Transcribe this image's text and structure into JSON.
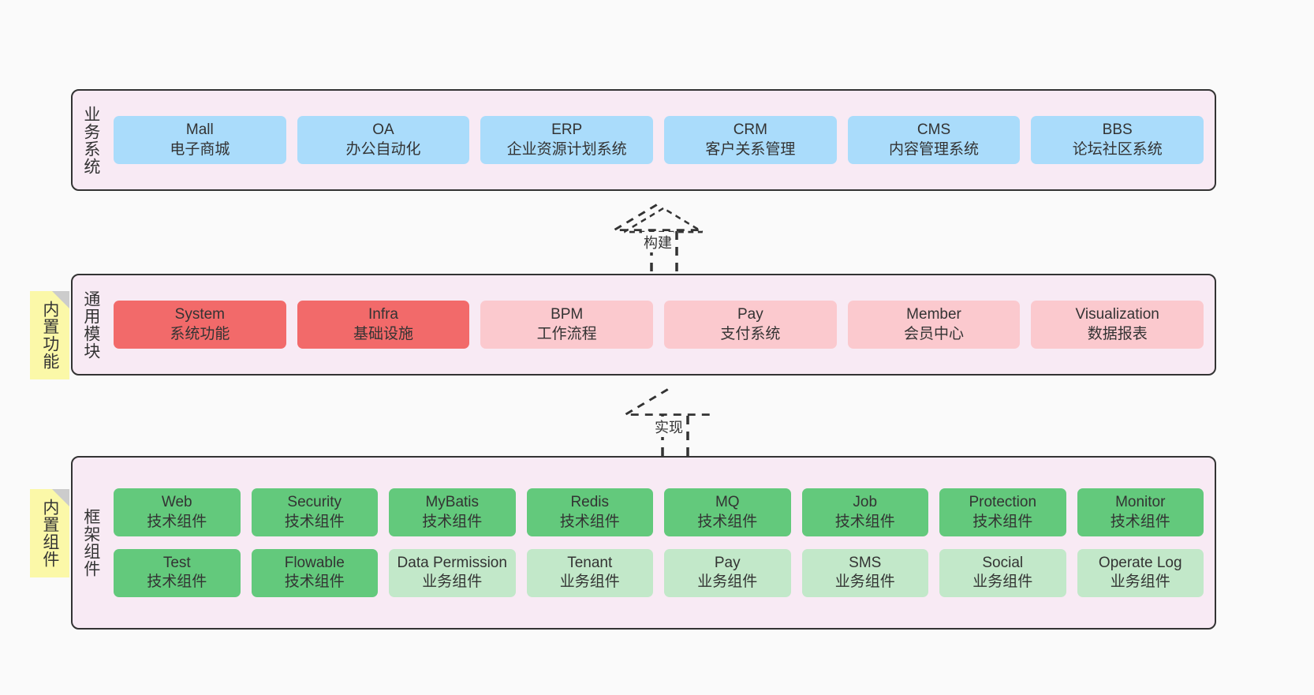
{
  "diagram": {
    "background": "#fafafa",
    "panel_fill": "#f8eaf4",
    "panel_border": "#333333",
    "note_fill": "#fbf8a8",
    "note_fold": "#cccccc"
  },
  "notes": [
    {
      "label": "内置功能",
      "name": "builtin-features"
    },
    {
      "label": "内置组件",
      "name": "builtin-components"
    }
  ],
  "connectors": [
    {
      "label": "构建",
      "name": "build-relation"
    },
    {
      "label": "实现",
      "name": "implement-relation"
    }
  ],
  "layers": [
    {
      "id": "business-system",
      "title": "业务系统",
      "color": "#aadcfb",
      "rows": [
        [
          {
            "t1": "Mall",
            "t2": "电子商城",
            "tone": "blue"
          },
          {
            "t1": "OA",
            "t2": "办公自动化",
            "tone": "blue"
          },
          {
            "t1": "ERP",
            "t2": "企业资源计划系统",
            "tone": "blue"
          },
          {
            "t1": "CRM",
            "t2": "客户关系管理",
            "tone": "blue"
          },
          {
            "t1": "CMS",
            "t2": "内容管理系统",
            "tone": "blue"
          },
          {
            "t1": "BBS",
            "t2": "论坛社区系统",
            "tone": "blue"
          }
        ]
      ]
    },
    {
      "id": "common-module",
      "title": "通用模块",
      "color": "#f26a6a",
      "rows": [
        [
          {
            "t1": "System",
            "t2": "系统功能",
            "tone": "red"
          },
          {
            "t1": "Infra",
            "t2": "基础设施",
            "tone": "red"
          },
          {
            "t1": "BPM",
            "t2": "工作流程",
            "tone": "pink"
          },
          {
            "t1": "Pay",
            "t2": "支付系统",
            "tone": "pink"
          },
          {
            "t1": "Member",
            "t2": "会员中心",
            "tone": "pink"
          },
          {
            "t1": "Visualization",
            "t2": "数据报表",
            "tone": "pink"
          }
        ]
      ]
    },
    {
      "id": "framework-component",
      "title": "框架组件",
      "color": "#63c97c",
      "rows": [
        [
          {
            "t1": "Web",
            "t2": "技术组件",
            "tone": "green"
          },
          {
            "t1": "Security",
            "t2": "技术组件",
            "tone": "green"
          },
          {
            "t1": "MyBatis",
            "t2": "技术组件",
            "tone": "green"
          },
          {
            "t1": "Redis",
            "t2": "技术组件",
            "tone": "green"
          },
          {
            "t1": "MQ",
            "t2": "技术组件",
            "tone": "green"
          },
          {
            "t1": "Job",
            "t2": "技术组件",
            "tone": "green"
          },
          {
            "t1": "Protection",
            "t2": "技术组件",
            "tone": "green"
          },
          {
            "t1": "Monitor",
            "t2": "技术组件",
            "tone": "green"
          }
        ],
        [
          {
            "t1": "Test",
            "t2": "技术组件",
            "tone": "green"
          },
          {
            "t1": "Flowable",
            "t2": "技术组件",
            "tone": "green"
          },
          {
            "t1": "Data Permission",
            "t2": "业务组件",
            "tone": "lightgreen"
          },
          {
            "t1": "Tenant",
            "t2": "业务组件",
            "tone": "lightgreen"
          },
          {
            "t1": "Pay",
            "t2": "业务组件",
            "tone": "lightgreen"
          },
          {
            "t1": "SMS",
            "t2": "业务组件",
            "tone": "lightgreen"
          },
          {
            "t1": "Social",
            "t2": "业务组件",
            "tone": "lightgreen"
          },
          {
            "t1": "Operate Log",
            "t2": "业务组件",
            "tone": "lightgreen"
          }
        ]
      ]
    }
  ]
}
